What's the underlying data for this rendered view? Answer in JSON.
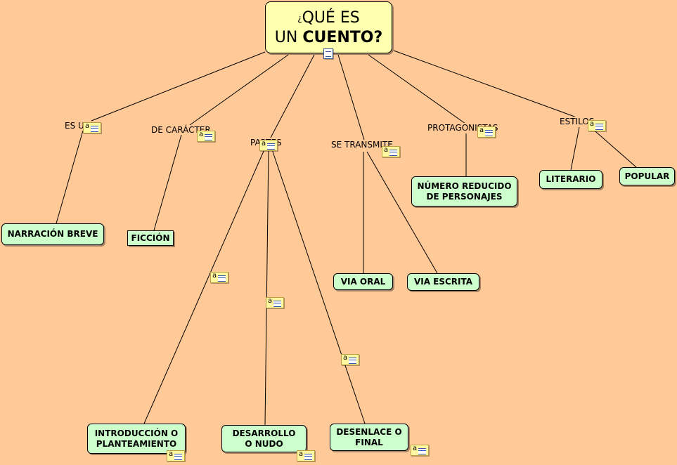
{
  "root": {
    "prefix": "¿",
    "line1": "QUÉ ES",
    "line2_normal": "UN",
    "line2_bold": "CUENTO?"
  },
  "links": {
    "es_un": "ES UN",
    "de_caracter": "DE CARÁCTER",
    "partes": "PARTES",
    "se_transmite": "SE TRANSMITE",
    "protagonistas": "PROTAGONISTAS",
    "estilos": "ESTILOS"
  },
  "concepts": {
    "narracion": "NARRACIÓN BREVE",
    "ficcion": "FICCIÓN",
    "introduccion": "INTRODUCCIÓN O PLANTEAMIENTO",
    "desarrollo": "DESARROLLO O NUDO",
    "desenlace": "DESENLACE O FINAL",
    "via_oral": "VIA ORAL",
    "via_escrita": "VIA ESCRITA",
    "numero": "NÚMERO REDUCIDO DE PERSONAJES",
    "literario": "LITERARIO",
    "popular": "POPULAR"
  },
  "icons": {
    "note": "annotation-note-icon",
    "doc": "document-icon"
  },
  "colors": {
    "background": "#FFC998",
    "concept": "#CCFFCC",
    "root": "#FFFFB0"
  }
}
